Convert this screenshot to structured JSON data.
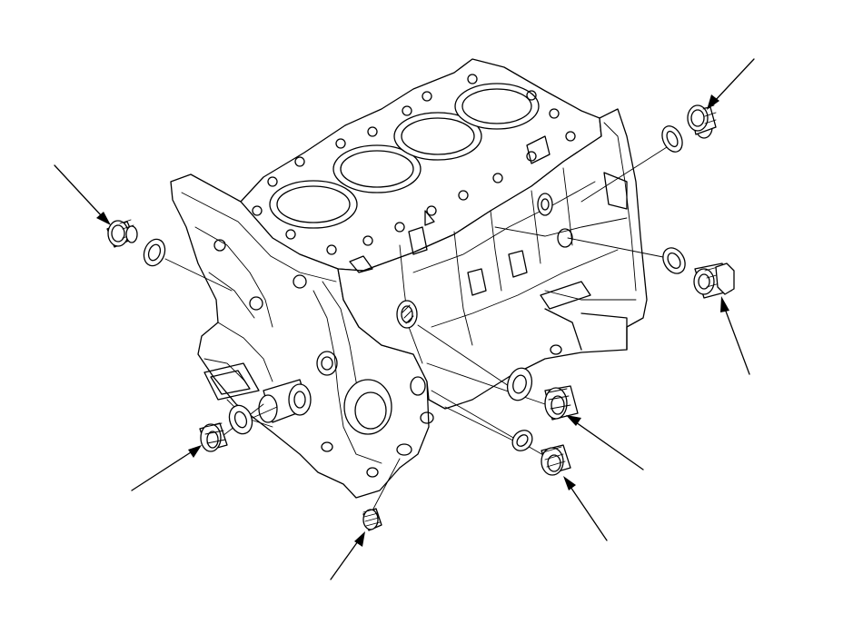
{
  "diagram": {
    "image": "engine-block-exploded-view",
    "components": [
      "engine-block",
      "sealing-plug",
      "sealing-washer",
      "set-screw"
    ],
    "colors": {
      "line": "#000000",
      "background": "#ffffff"
    }
  }
}
